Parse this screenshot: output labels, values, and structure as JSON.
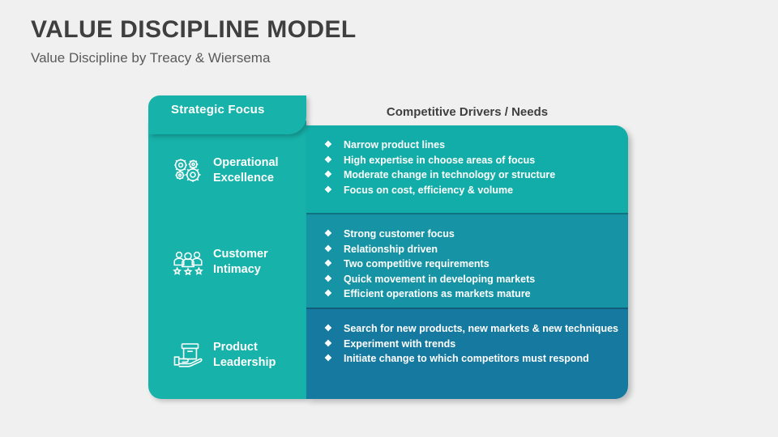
{
  "slide": {
    "title": "VALUE DISCIPLINE MODEL",
    "subtitle": "Value Discipline by Treacy & Wiersema",
    "background_color": "#f0f0f0",
    "title_color": "#3f3f3f"
  },
  "table": {
    "headers": {
      "left": "Strategic Focus",
      "right": "Competitive Drivers / Needs"
    },
    "bullet_glyph": "❖",
    "colors": {
      "left_column": "#17b3ab",
      "row_1": "#12ada8",
      "row_2": "#1694a5",
      "row_3": "#16799f",
      "text": "#ffffff"
    },
    "rows": [
      {
        "icon": "gears-icon",
        "label_line_1": "Operational",
        "label_line_2": "Excellence",
        "bullets": [
          "Narrow product lines",
          "High expertise in choose areas of focus",
          "Moderate change in technology or structure",
          "Focus on cost, efficiency & volume"
        ]
      },
      {
        "icon": "people-stars-icon",
        "label_line_1": "Customer",
        "label_line_2": "Intimacy",
        "bullets": [
          "Strong customer focus",
          "Relationship driven",
          "Two competitive requirements",
          "Quick movement in developing markets",
          "Efficient operations as markets mature"
        ]
      },
      {
        "icon": "hand-box-icon",
        "label_line_1": "Product",
        "label_line_2": "Leadership",
        "bullets": [
          "Search for new products, new markets & new techniques",
          "Experiment with trends",
          "Initiate change to which competitors must respond"
        ]
      }
    ]
  }
}
